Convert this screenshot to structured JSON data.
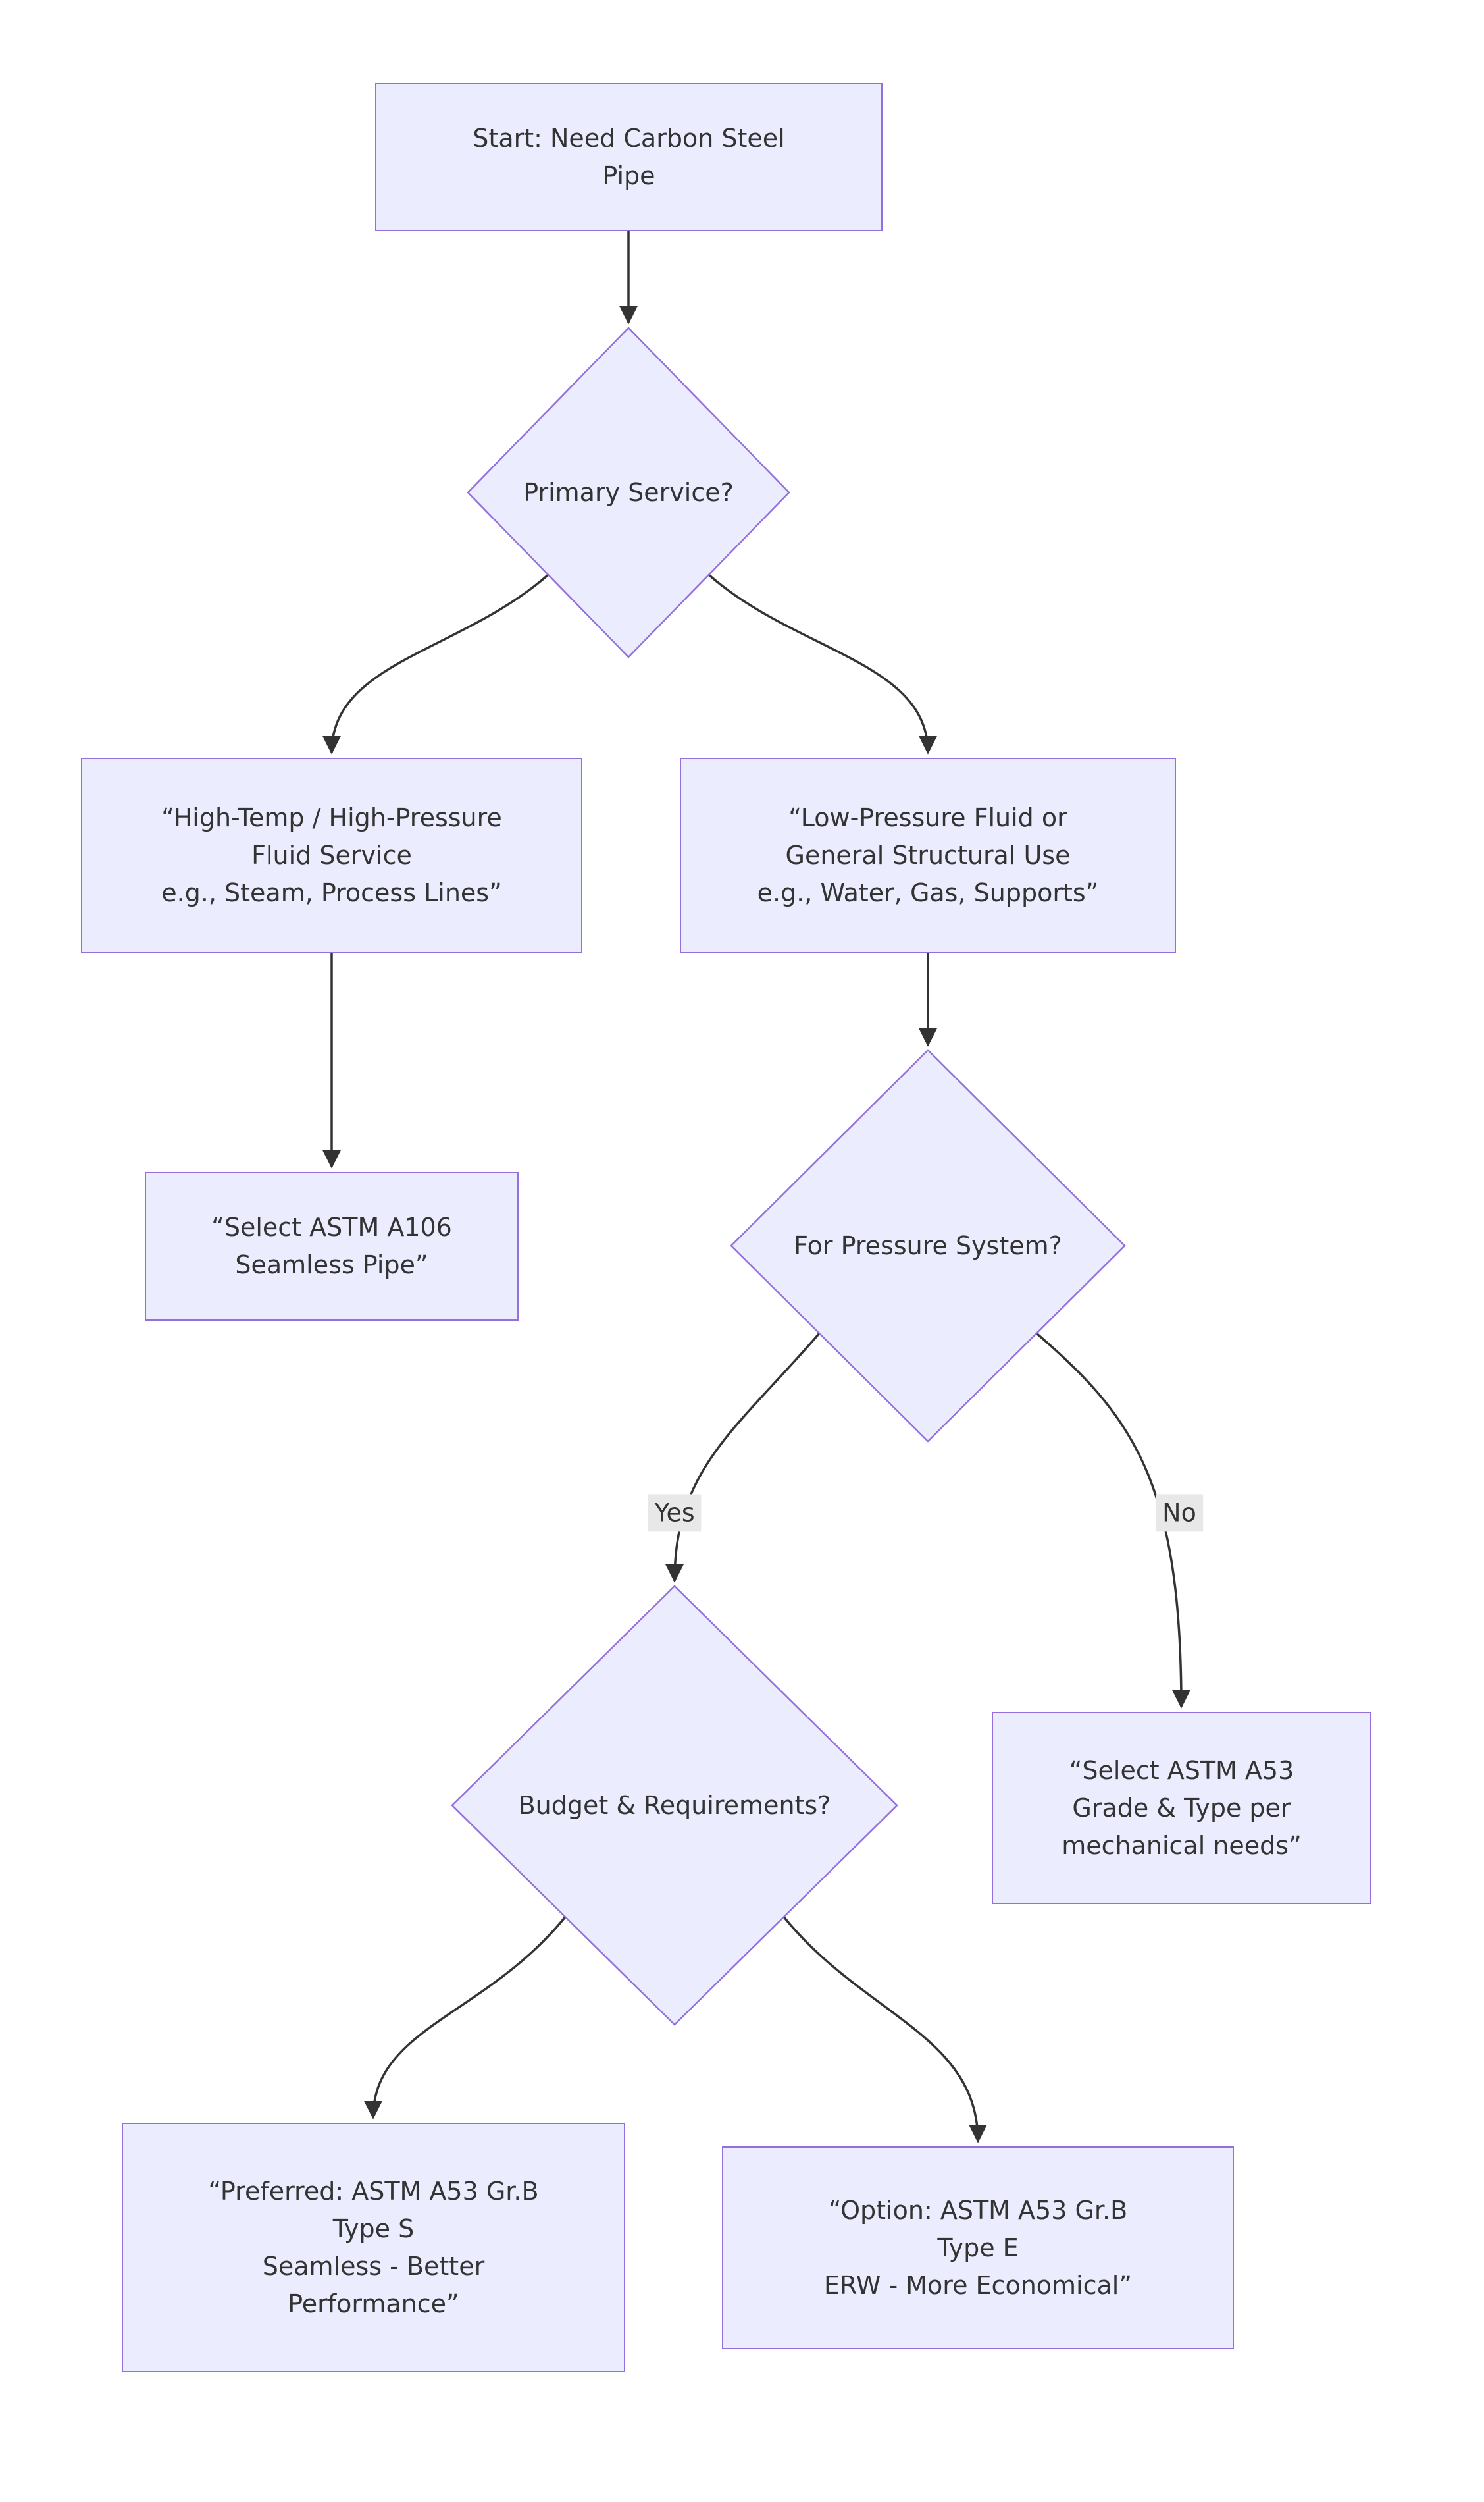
{
  "diagram": {
    "type": "flowchart",
    "nodes": {
      "start": {
        "label": "Start: Need Carbon Steel\nPipe",
        "shape": "rect"
      },
      "primary_service": {
        "label": "Primary Service?",
        "shape": "diamond"
      },
      "high_temp": {
        "label": "“High-Temp / High-Pressure\nFluid Service\ne.g., Steam, Process Lines”",
        "shape": "rect"
      },
      "low_pressure": {
        "label": "“Low-Pressure Fluid or\nGeneral Structural Use\ne.g., Water, Gas, Supports”",
        "shape": "rect"
      },
      "a106": {
        "label": "“Select ASTM A106\nSeamless Pipe”",
        "shape": "rect"
      },
      "pressure_system": {
        "label": "For Pressure System?",
        "shape": "diamond"
      },
      "budget": {
        "label": "Budget & Requirements?",
        "shape": "diamond"
      },
      "a53_mechanical": {
        "label": "“Select ASTM A53\nGrade & Type per\nmechanical needs”",
        "shape": "rect"
      },
      "preferred": {
        "label": "“Preferred: ASTM A53 Gr.B\nType S\nSeamless - Better\nPerformance”",
        "shape": "rect"
      },
      "option": {
        "label": "“Option: ASTM A53 Gr.B\nType E\nERW - More Economical”",
        "shape": "rect"
      }
    },
    "edge_labels": {
      "yes": "Yes",
      "no": "No"
    },
    "edges": [
      {
        "from": "start",
        "to": "primary_service",
        "label": ""
      },
      {
        "from": "primary_service",
        "to": "high_temp",
        "label": ""
      },
      {
        "from": "primary_service",
        "to": "low_pressure",
        "label": ""
      },
      {
        "from": "high_temp",
        "to": "a106",
        "label": ""
      },
      {
        "from": "low_pressure",
        "to": "pressure_system",
        "label": ""
      },
      {
        "from": "pressure_system",
        "to": "budget",
        "label": "Yes"
      },
      {
        "from": "pressure_system",
        "to": "a53_mechanical",
        "label": "No"
      },
      {
        "from": "budget",
        "to": "preferred",
        "label": ""
      },
      {
        "from": "budget",
        "to": "option",
        "label": ""
      }
    ],
    "colors": {
      "node_fill": "#ECECFF",
      "node_border": "#9370DB",
      "edge": "#333333",
      "text": "#333333",
      "label_bg": "#e8e8e8"
    }
  }
}
